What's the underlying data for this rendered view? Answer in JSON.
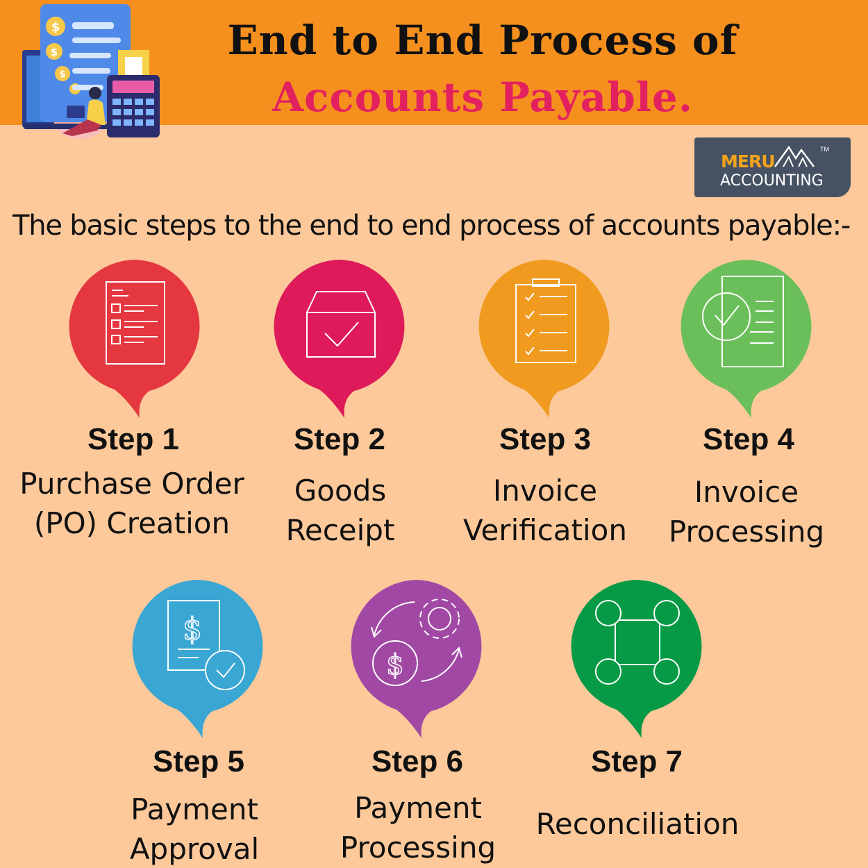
{
  "header": {
    "title_line1": "End to End Process of",
    "title_line2": "Accounts Payable.",
    "bg_color": "#f5901e",
    "title2_color": "#e3215f"
  },
  "logo": {
    "brand": "MERU",
    "sub": "ACCOUNTING",
    "tm": "TM"
  },
  "intro": "The basic steps to the end to end process of accounts payable:-",
  "steps": [
    {
      "title": "Step 1",
      "line1": "Purchase Order",
      "line2": "(PO) Creation",
      "color": "#e43740",
      "icon": "purchase-order-icon"
    },
    {
      "title": "Step 2",
      "line1": "Goods",
      "line2": "Receipt",
      "color": "#de1a5a",
      "icon": "goods-box-icon"
    },
    {
      "title": "Step 3",
      "line1": "Invoice",
      "line2": "Verification",
      "color": "#f09a1f",
      "icon": "checklist-clipboard-icon"
    },
    {
      "title": "Step 4",
      "line1": "Invoice",
      "line2": "Processing",
      "color": "#6bbf5a",
      "icon": "document-check-icon"
    },
    {
      "title": "Step 5",
      "line1": "Payment",
      "line2": "Approval",
      "color": "#3aa6d4",
      "icon": "payment-approval-icon"
    },
    {
      "title": "Step 6",
      "line1": "Payment",
      "line2": "Processing",
      "color": "#a048a3",
      "icon": "payment-processing-icon"
    },
    {
      "title": "Step 7",
      "line1": "Reconciliation",
      "line2": "",
      "color": "#079a46",
      "icon": "reconciliation-nodes-icon"
    }
  ]
}
